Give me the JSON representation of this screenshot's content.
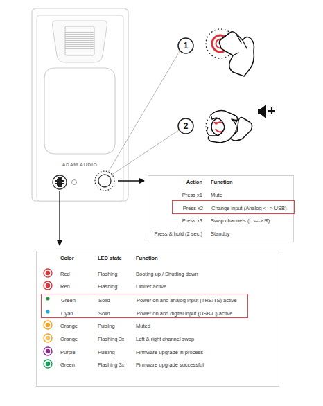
{
  "diagram": {
    "nodes": [
      {
        "text": [
          "1"
        ]
      },
      {
        "text": [
          "2"
        ]
      },
      {
        "text": [
          "Action",
          "Function",
          "Press x1",
          "Mute",
          "Press x3",
          "Swap channels (L <--> R)",
          "Press & hold (2 sec.)",
          "Standby"
        ]
      },
      {
        "text": [
          "Press x2",
          "Change input (Analog <--> USB)"
        ],
        "in": 2
      },
      {
        "text": [
          "Color",
          "LED state",
          "Function",
          "Red",
          "Flashing",
          "Booting up / Shutting down",
          "Red",
          "Flashing",
          "Limiter active",
          "Orange",
          "Pulsing",
          "Muted",
          "Orange",
          "Flashing 3x",
          "Left & right channel swap",
          "Purple",
          "Pulsing",
          "Firmware upgrade in process",
          "Green",
          "Flashing 3x",
          "Firmware upgrade successful"
        ]
      },
      {
        "text": [
          "Green",
          "Solid",
          "Power on and analog input (TRS/TS) active",
          "Cyan",
          "Solid",
          "Power on and digital input (USB-C) active"
        ],
        "in": 4
      }
    ],
    "labels": [
      "ADAM AUDIO"
    ]
  }
}
